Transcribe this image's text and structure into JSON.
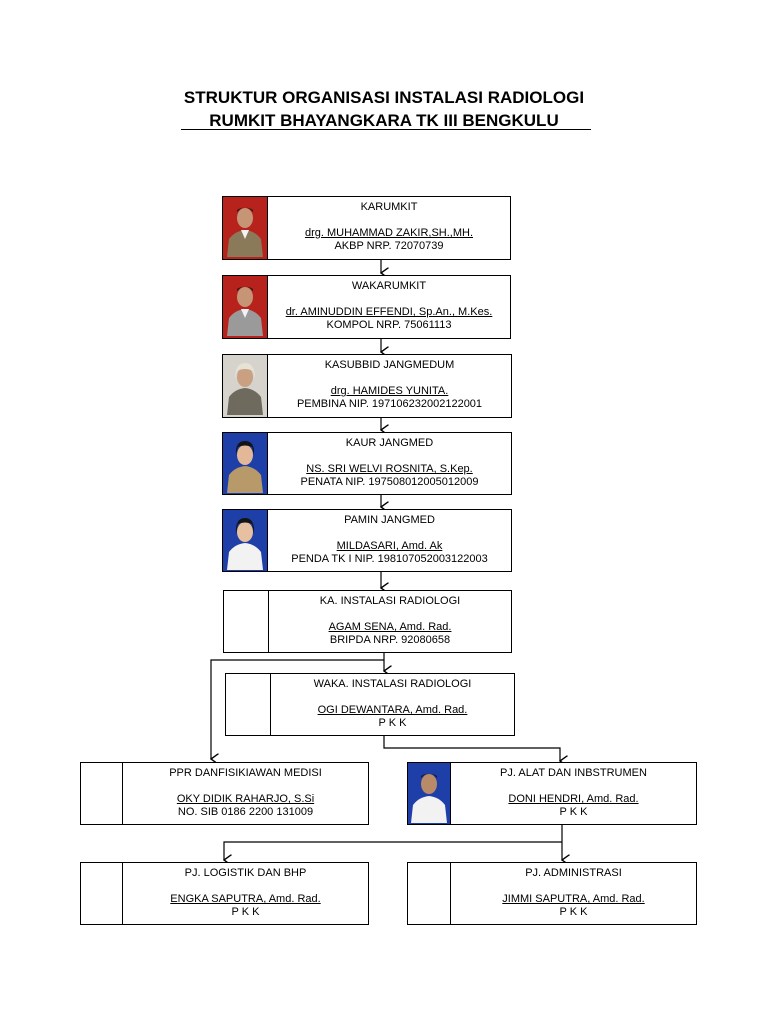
{
  "header": {
    "title_line1": "STRUKTUR ORGANISASI INSTALASI RADIOLOGI",
    "title_line2": "RUMKIT BHAYANGKARA TK III BENGKULU"
  },
  "nodes": [
    {
      "role": "KARUMKIT",
      "name": "drg. MUHAMMAD ZAKIR,SH.,MH.",
      "id": "AKBP NRP. 72070739",
      "photo": "officer-red-background"
    },
    {
      "role": "WAKARUMKIT",
      "name": "dr. AMINUDDIN EFFENDI, Sp.An., M.Kes.",
      "id": "KOMPOL NRP. 75061113",
      "photo": "officer-red-background"
    },
    {
      "role": "KASUBBID JANGMEDUM",
      "name": "drg. HAMIDES YUNITA.",
      "id": "PEMBINA NIP. 197106232002122001",
      "photo": "officer-grey-background"
    },
    {
      "role": "KAUR  JANGMED",
      "name": "NS. SRI WELVI ROSNITA, S.Kep.",
      "id": "PENATA NIP. 197508012005012009",
      "photo": "officer-blue-background"
    },
    {
      "role": "PAMIN  JANGMED",
      "name": "MILDASARI, Amd. Ak",
      "id": "PENDA TK I NIP. 198107052003122003",
      "photo": "officer-blue-background"
    },
    {
      "role": "KA. INSTALASI RADIOLOGI",
      "name": "AGAM SENA, Amd. Rad.",
      "id": "BRIPDA NRP. 92080658",
      "photo": ""
    },
    {
      "role": "WAKA. INSTALASI RADIOLOGI",
      "name": "OGI DEWANTARA, Amd. Rad.",
      "id": "P K K",
      "photo": ""
    },
    {
      "role": "PPR DANFISIKIAWAN MEDISI",
      "name": "OKY DIDIK RAHARJO, S.Si",
      "id": "NO. SIB 0186 2200 131009",
      "photo": ""
    },
    {
      "role": "PJ. ALAT DAN INBSTRUMEN",
      "name": "DONI HENDRI, Amd. Rad.",
      "id": "P K K",
      "photo": "staff-blue-background"
    },
    {
      "role": "PJ. LOGISTIK DAN BHP",
      "name": "ENGKA SAPUTRA, Amd. Rad.",
      "id": "P K K",
      "photo": ""
    },
    {
      "role": "PJ. ADMINISTRASI",
      "name": "JIMMI SAPUTRA, Amd. Rad.",
      "id": "P K K",
      "photo": ""
    }
  ],
  "colors": {
    "photo_red": "#b8221c",
    "photo_blue": "#1e3fa8",
    "photo_grey": "#d6d2cc",
    "uniform_khaki": "#8a7a5a",
    "uniform_white": "#f2f2f2"
  }
}
